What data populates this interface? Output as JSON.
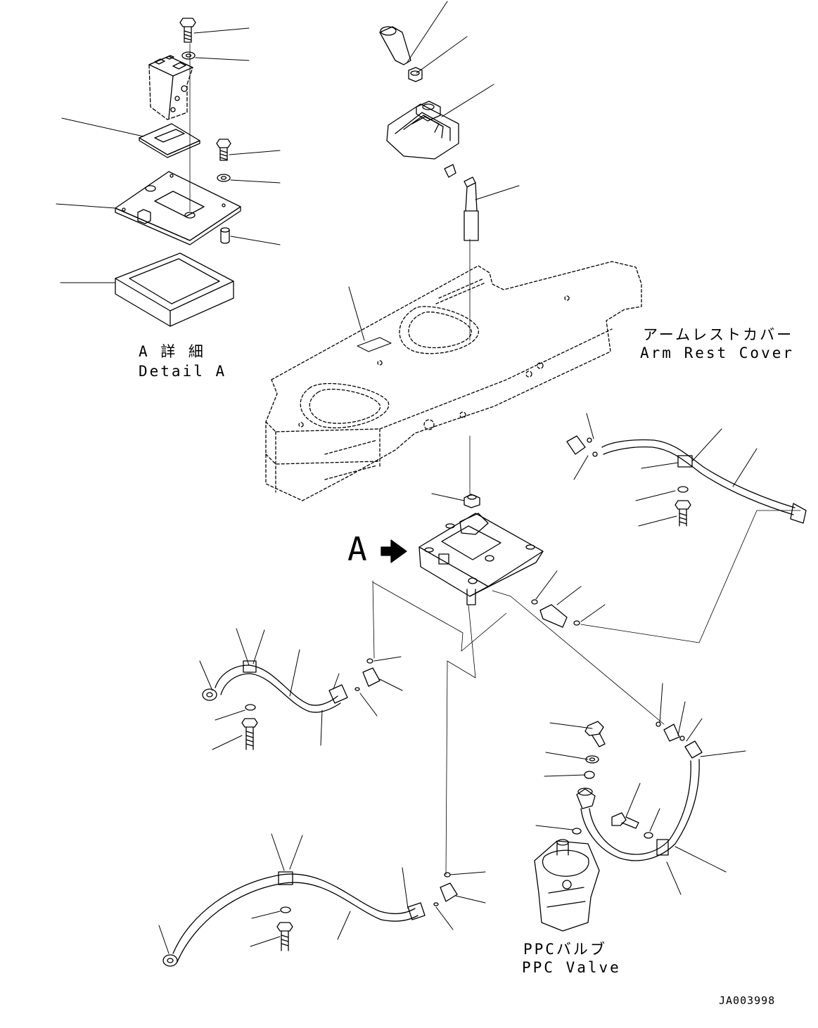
{
  "labels": {
    "detail_a_jp": "A 詳 細",
    "detail_a_en": "Detail A",
    "armrest_jp": "アームレストカバー",
    "armrest_en": "Arm Rest Cover",
    "view_a": "A",
    "ppc_jp": "PPCバルブ",
    "ppc_en": "PPC Valve",
    "drawing_no": "JA003998"
  }
}
